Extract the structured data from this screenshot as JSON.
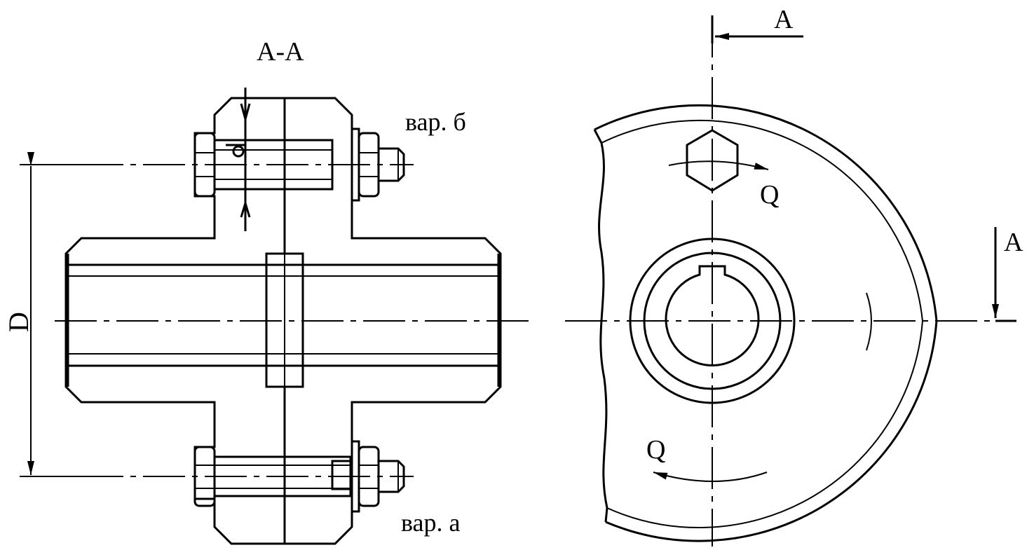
{
  "labels": {
    "section_title": "А-А",
    "dimension_d": "D",
    "variant_b": "вар. б",
    "variant_a": "вар. а",
    "section_mark_top": "А",
    "section_mark_right": "А",
    "force_top": "Q",
    "force_bottom": "Q"
  },
  "colors": {
    "ink": "#000000",
    "paper": "#ffffff"
  }
}
